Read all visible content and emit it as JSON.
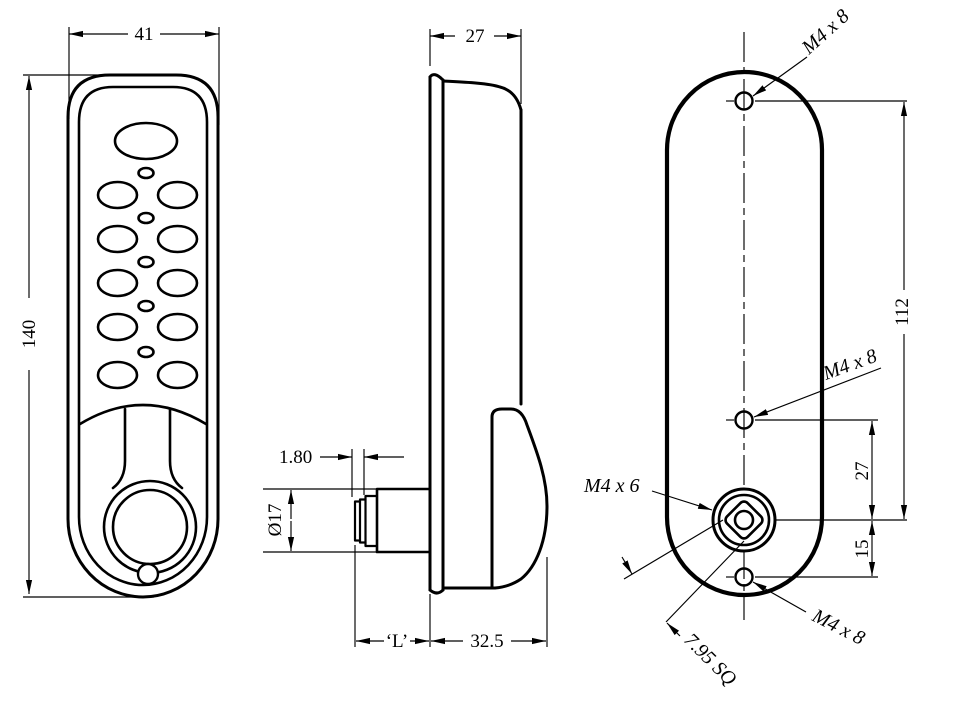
{
  "title": "Keypad lock technical drawing",
  "colors": {
    "background": "#ffffff",
    "line": "#000000"
  },
  "front_view": {
    "width": "41",
    "height": "140"
  },
  "side_view": {
    "depth": "27",
    "cap_thickness": "1.80",
    "spindle_diameter": "Ø17",
    "spindle_length": "‘L’",
    "body_depth": "32.5"
  },
  "back_view": {
    "top_screw": "M4 x 8",
    "middle_screw": "M4 x 8",
    "bottom_screw": "M4 x 8",
    "spindle_screw": "M4 x 6",
    "spindle_square": "7.95 SQ",
    "hole_spacing_total": "112",
    "hole_spacing_mid": "27",
    "hole_spacing_bottom": "15"
  }
}
